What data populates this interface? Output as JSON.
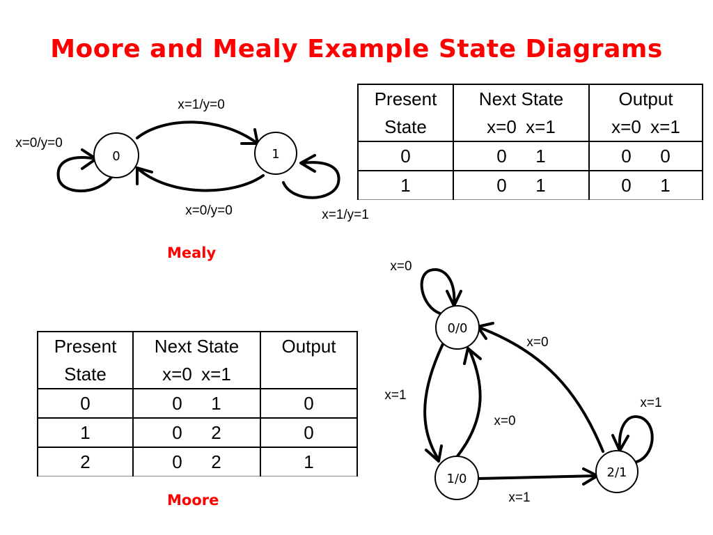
{
  "title": "Moore and Mealy Example State Diagrams",
  "mealy": {
    "caption": "Mealy",
    "states": [
      "0",
      "1"
    ],
    "transitions": [
      "x=1/y=0",
      "x=0/y=0",
      "x=0/y=0",
      "x=1/y=1"
    ],
    "table": {
      "headers": {
        "present_1": "Present",
        "present_2": "State",
        "next": "Next State",
        "output": "Output"
      },
      "sub_x0": "x=0",
      "sub_x1": "x=1",
      "rows": [
        {
          "present": "0",
          "next_x0": "0",
          "next_x1": "1",
          "out_x0": "0",
          "out_x1": "0"
        },
        {
          "present": "1",
          "next_x0": "0",
          "next_x1": "1",
          "out_x0": "0",
          "out_x1": "1"
        }
      ]
    }
  },
  "moore": {
    "caption": "Moore",
    "states": [
      "0/0",
      "1/0",
      "2/1"
    ],
    "transitions": [
      "x=0",
      "x=0",
      "x=1",
      "x=0",
      "x=1",
      "x=1"
    ],
    "table": {
      "headers": {
        "present_1": "Present",
        "present_2": "State",
        "next": "Next State",
        "output": "Output"
      },
      "sub_x0": "x=0",
      "sub_x1": "x=1",
      "rows": [
        {
          "present": "0",
          "next_x0": "0",
          "next_x1": "1",
          "output": "0"
        },
        {
          "present": "1",
          "next_x0": "0",
          "next_x1": "2",
          "output": "0"
        },
        {
          "present": "2",
          "next_x0": "0",
          "next_x1": "2",
          "output": "1"
        }
      ]
    }
  }
}
